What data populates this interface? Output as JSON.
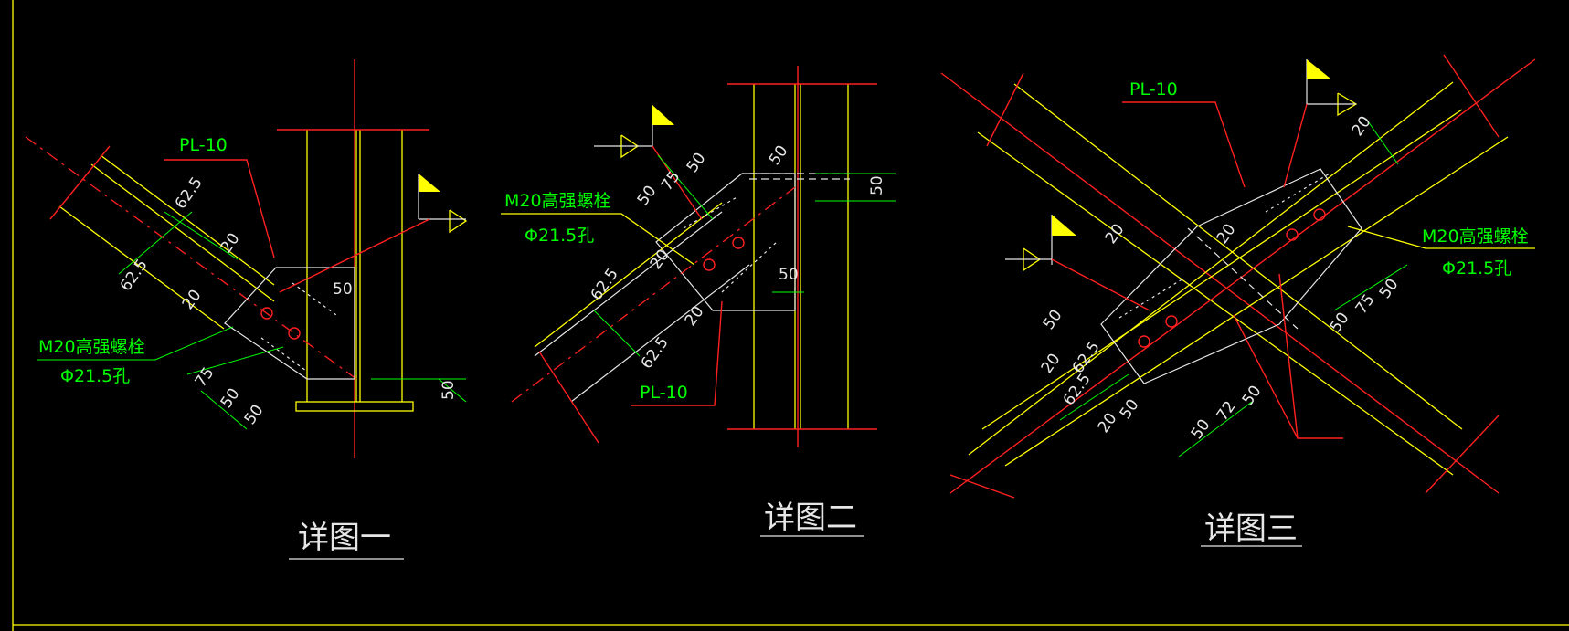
{
  "details": [
    {
      "title": "详图一",
      "plate_label": "PL-10",
      "bolt_label": "M20高强螺栓",
      "hole_label": "Φ21.5孔",
      "dims": [
        "62.5",
        "62.5",
        "20",
        "20",
        "50",
        "50",
        "75",
        "50",
        "50"
      ]
    },
    {
      "title": "详图二",
      "plate_label": "PL-10",
      "bolt_label": "M20高强螺栓",
      "hole_label": "Φ21.5孔",
      "dims": [
        "50",
        "75",
        "50",
        "50",
        "50",
        "20",
        "20",
        "62.5",
        "62.5",
        "50"
      ]
    },
    {
      "title": "详图三",
      "plate_label": "PL-10",
      "bolt_label": "M20高强螺栓",
      "hole_label": "Φ21.5孔",
      "dims": [
        "20",
        "20",
        "20",
        "75",
        "50",
        "50",
        "50",
        "20",
        "62.5",
        "62.5",
        "20",
        "50",
        "50",
        "72",
        "50"
      ]
    }
  ],
  "colors": {
    "background": "#000000",
    "frame": "#ffff00",
    "member": "#ffff00",
    "centerline": "#ff2020",
    "plate": "#e6e6e6",
    "annotation": "#00ff00",
    "flag": "#ffff00"
  }
}
